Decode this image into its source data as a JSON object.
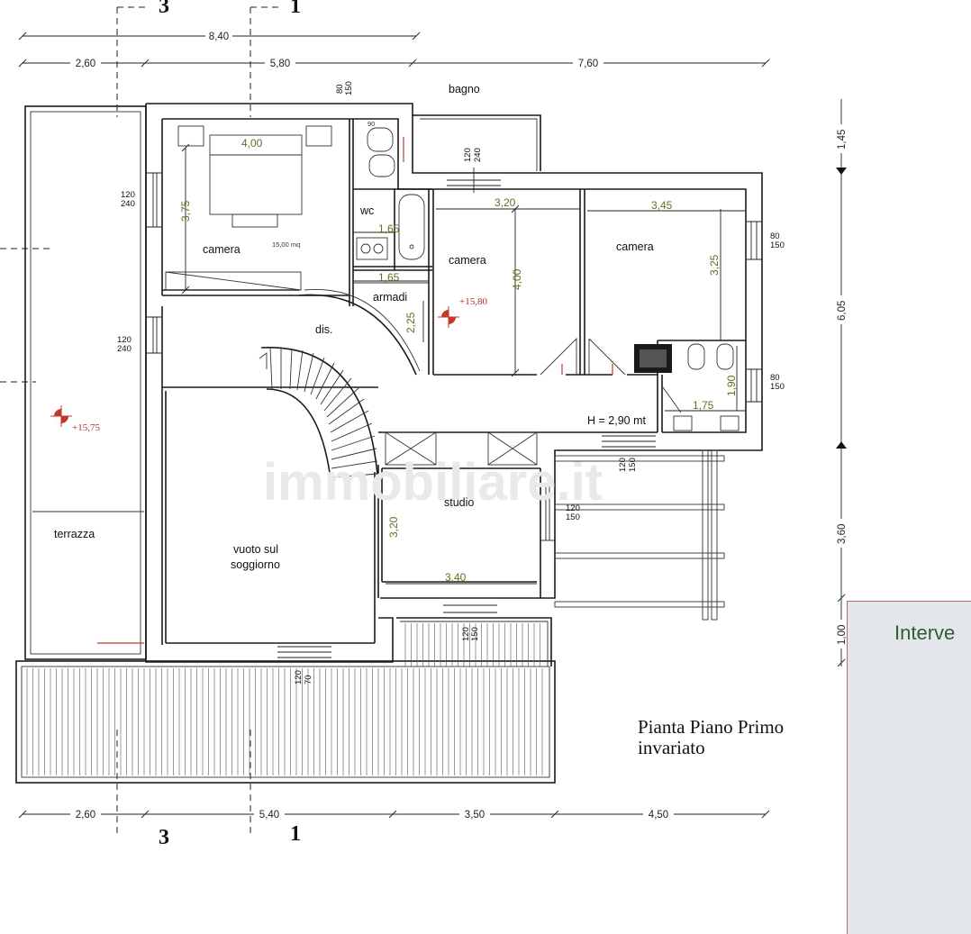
{
  "drawing": {
    "title_line1": "Pianta Piano Primo",
    "title_line2": "invariato",
    "watermark": "immobiliare.it"
  },
  "dimensions": {
    "top_overall": "8,40",
    "top_a": "2,60",
    "top_b": "5,80",
    "top_c": "7,60",
    "bottom_a": "2,60",
    "bottom_b": "5,40",
    "bottom_c": "3,50",
    "bottom_d": "4,50",
    "right_a": "1,45",
    "right_b": "6,05",
    "right_c": "3,60",
    "right_d": "1,00"
  },
  "sections": {
    "top_left": "3",
    "top_right": "1",
    "bottom_left": "3",
    "bottom_right": "1"
  },
  "rooms": {
    "bagno": "bagno",
    "camera1": "camera",
    "camera1_area": "15,00 mq",
    "wc": "wc",
    "armadi": "armadi",
    "camera2": "camera",
    "camera3": "camera",
    "dis": "dis.",
    "terrazza": "terrazza",
    "vuoto_line1": "vuoto sul",
    "vuoto_line2": "soggiorno",
    "studio": "studio",
    "height_note": "H = 2,90 mt"
  },
  "room_dims": {
    "camera1_w": "4,00",
    "camera1_h": "3,75",
    "wc_w": "1,65",
    "armadi_w": "1,65",
    "armadi_h": "2,25",
    "camera2_w": "3,20",
    "camera2_h": "4,00",
    "camera3_w": "3,45",
    "camera3_h": "3,25",
    "bath_w": "1,75",
    "bath_h": "1,90",
    "studio_h": "3,20",
    "studio_w": "3,40"
  },
  "elevations": {
    "terrace": "+15,75",
    "interior": "+15,80"
  },
  "openings": {
    "w_top_a": "80",
    "w_top_b": "150",
    "w_bagno_a": "120",
    "w_bagno_b": "240",
    "w_left1_a": "120",
    "w_left1_b": "240",
    "w_left2_a": "120",
    "w_left2_b": "240",
    "w_right1_a": "80",
    "w_right1_b": "150",
    "w_right2_a": "80",
    "w_right2_b": "150",
    "w_corr_a": "120",
    "w_corr_b": "150",
    "w_studio_r_a": "120",
    "w_studio_r_b": "150",
    "w_studio_b_a": "120",
    "w_studio_b_b": "150",
    "w_vuoto_a": "120",
    "w_vuoto_b": "70",
    "wc_small": "90"
  },
  "panel": {
    "title": "Interve"
  }
}
